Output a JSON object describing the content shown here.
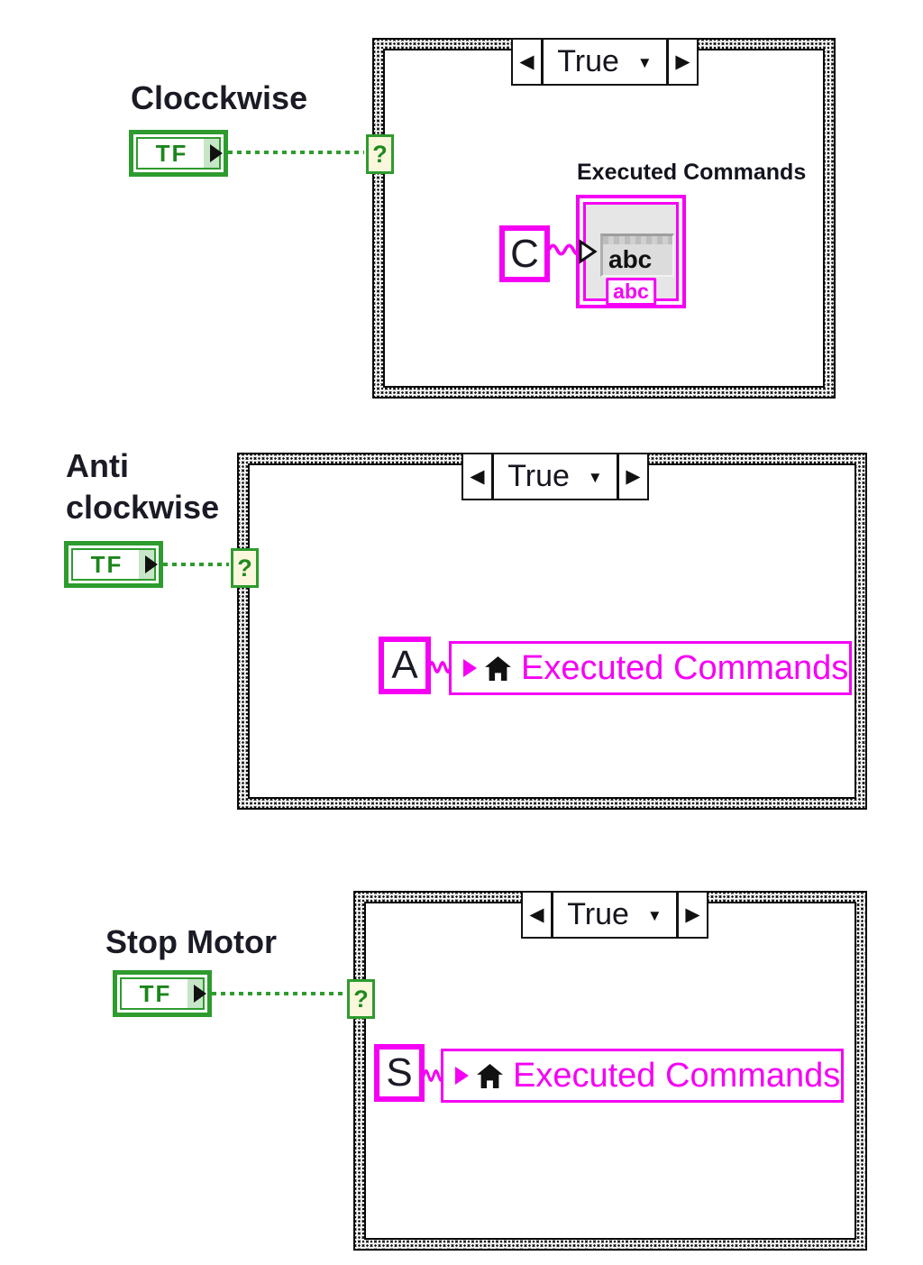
{
  "colors": {
    "boolean_green": "#2E9B2E",
    "boolean_green_dark": "#1C861C",
    "boolean_strip_light_green": "#C7E5C7",
    "selector_terminal_cream": "#FBF7DC",
    "string_magenta": "#F500F5",
    "structure_border_black": "#0a0a0a",
    "label_text_dark": "#1b1b26",
    "indicator_panel_gray": "#E6E6E6",
    "indicator_sunken_gray": "#DCDCDC"
  },
  "icons": {
    "case_decrement": "◀",
    "case_increment": "▶",
    "case_dropdown": "▼",
    "selector_terminal_glyph": "?"
  },
  "sections": [
    {
      "control_label": "Clocckwise",
      "boolean_text": "TF",
      "selector_value": "True",
      "constant_text": "C",
      "indicator": {
        "label": "Executed Commands",
        "value_text": "abc",
        "type_label": "abc"
      }
    },
    {
      "control_label_line1": "Anti",
      "control_label_line2": "clockwise",
      "boolean_text": "TF",
      "selector_value": "True",
      "constant_text": "A",
      "local_variable": {
        "text": "Executed Commands"
      }
    },
    {
      "control_label": "Stop Motor",
      "boolean_text": "TF",
      "selector_value": "True",
      "constant_text": "S",
      "local_variable": {
        "text": "Executed Commands"
      }
    }
  ]
}
